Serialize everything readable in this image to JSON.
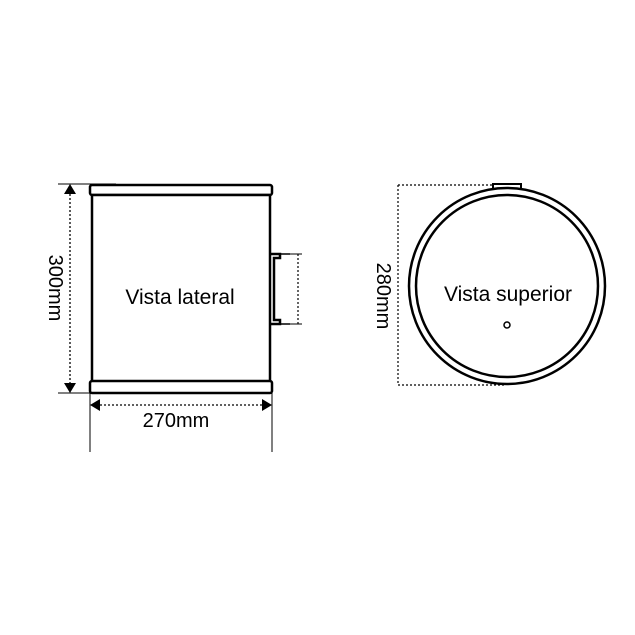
{
  "side_view": {
    "label": "Vista lateral",
    "height_label": "300mm",
    "width_label": "270mm"
  },
  "top_view": {
    "label": "Vista superior",
    "diameter_label": "280mm"
  },
  "colors": {
    "stroke": "#000000",
    "background": "#ffffff"
  }
}
